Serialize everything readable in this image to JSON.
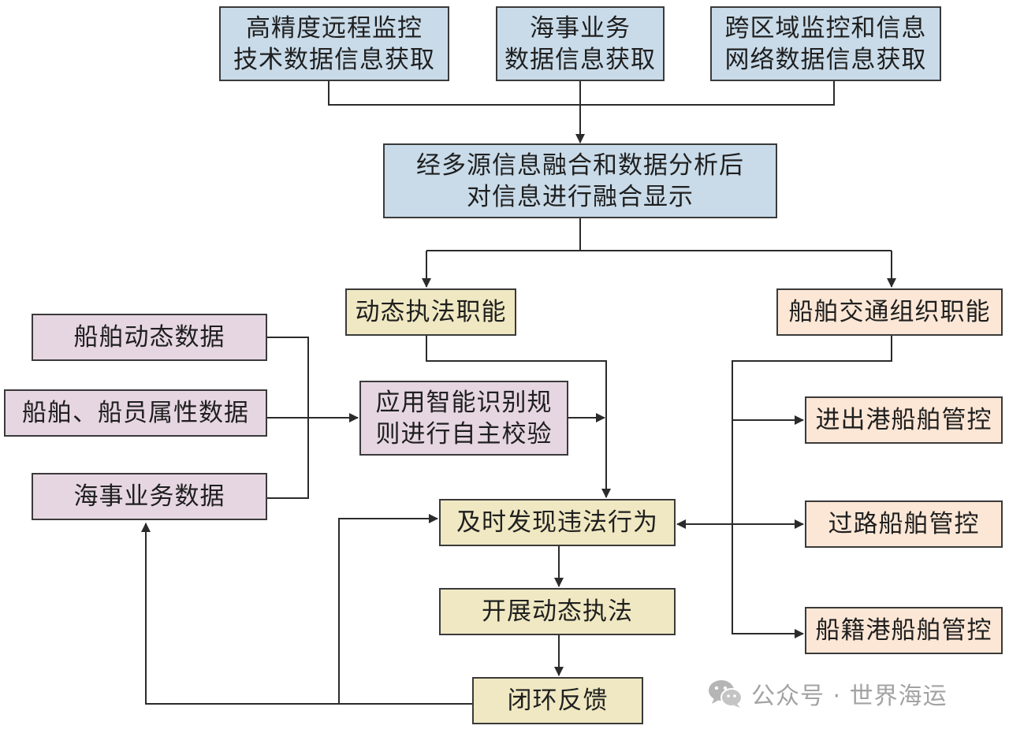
{
  "nodes": {
    "source_remote": [
      "高精度远程监控",
      "技术数据信息获取"
    ],
    "source_maritime": [
      "海事业务",
      "数据信息获取"
    ],
    "source_cross": [
      "跨区域监控和信息",
      "网络数据信息获取"
    ],
    "fusion": [
      "经多源信息融合和数据分析后",
      "对信息进行融合显示"
    ],
    "enforcement": "动态执法职能",
    "traffic": "船舶交通组织职能",
    "data_dynamic": "船舶动态数据",
    "data_attributes": "船舶、船员属性数据",
    "data_maritime": "海事业务数据",
    "rules": [
      "应用智能识别规",
      "则进行自主校验"
    ],
    "discover": "及时发现违法行为",
    "execute": "开展动态执法",
    "feedback": "闭环反馈",
    "control_inout": "进出港船舶管控",
    "control_transit": "过路船舶管控",
    "control_registry": "船籍港船舶管控"
  },
  "colors": {
    "blue": "#c9dbe9",
    "purple": "#e6d6e2",
    "yellow": "#efe8c2",
    "peach": "#fce7d6",
    "line": "#2b2b2b"
  },
  "watermark": {
    "text": "公众号 · 世界海运",
    "icon": "wechat-icon"
  }
}
